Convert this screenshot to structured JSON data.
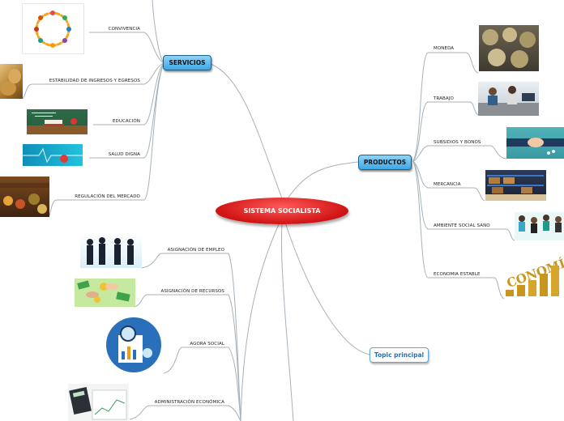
{
  "center": {
    "label": "SISTEMA SOCIALISTA"
  },
  "servicios": {
    "label": "SERVICIOS",
    "items": [
      {
        "label": "CONVIVENCIA",
        "image": "children-circle-image"
      },
      {
        "label": "ESTABILIDAD DE INGRESOS Y EGRESOS",
        "image": "money-bags-image"
      },
      {
        "label": "EDUCACIÓN",
        "image": "books-chalkboard-image"
      },
      {
        "label": "SALUD DIGNA",
        "image": "health-heartbeat-image"
      },
      {
        "label": "REGULACIÓN DEL MERCADO",
        "image": "market-stalls-image"
      }
    ]
  },
  "productos": {
    "label": "PRODUCTOS",
    "items": [
      {
        "label": "MONEDA",
        "image": "coins-image"
      },
      {
        "label": "TRABAJO",
        "image": "office-workers-image"
      },
      {
        "label": "SUBSIDIOS Y BONOS",
        "image": "handshake-image"
      },
      {
        "label": "MERCANCIA",
        "image": "warehouse-image"
      },
      {
        "label": "AMBIENTE SOCIAL SANO",
        "image": "happy-people-image"
      },
      {
        "label": "ECONOMIA ESTABLE",
        "image": "economy-coins-image"
      }
    ],
    "economy_image_text": "CONOMÍA"
  },
  "topic": {
    "label": "Topic principal"
  },
  "lower": {
    "items": [
      {
        "label": "ASIGNACIÓN DE EMPLEO",
        "image": "business-people-image"
      },
      {
        "label": "ASIGNACIÓN DE RECURSOS",
        "image": "money-hands-image"
      },
      {
        "label": "AGORA SOCIAL",
        "image": "analytics-magnifier-image"
      },
      {
        "label": "ADMINISTRACIÓN ECONÓMICA",
        "image": "calculator-papers-image"
      }
    ]
  },
  "colors": {
    "branch_line": "#9aa7b0",
    "node_blue": "#3fa8e6",
    "center_red": "#d01313"
  }
}
